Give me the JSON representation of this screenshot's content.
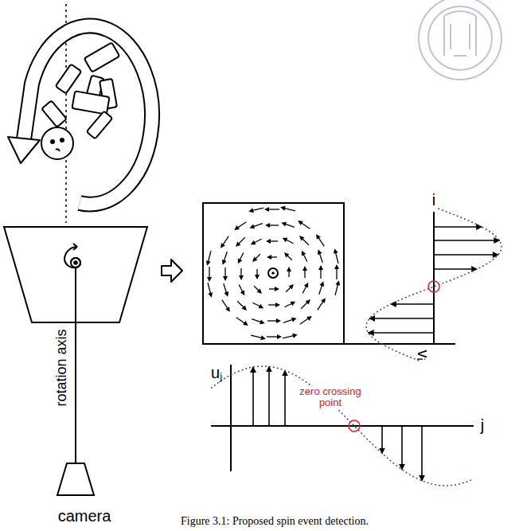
{
  "diagram": {
    "caption": "Figure 3.1: Proposed spin event detection.",
    "labels": [
      "rotation axis",
      "camera",
      "i",
      "vᵢ",
      "uⱼ",
      "j",
      "zero crossing point"
    ]
  }
}
